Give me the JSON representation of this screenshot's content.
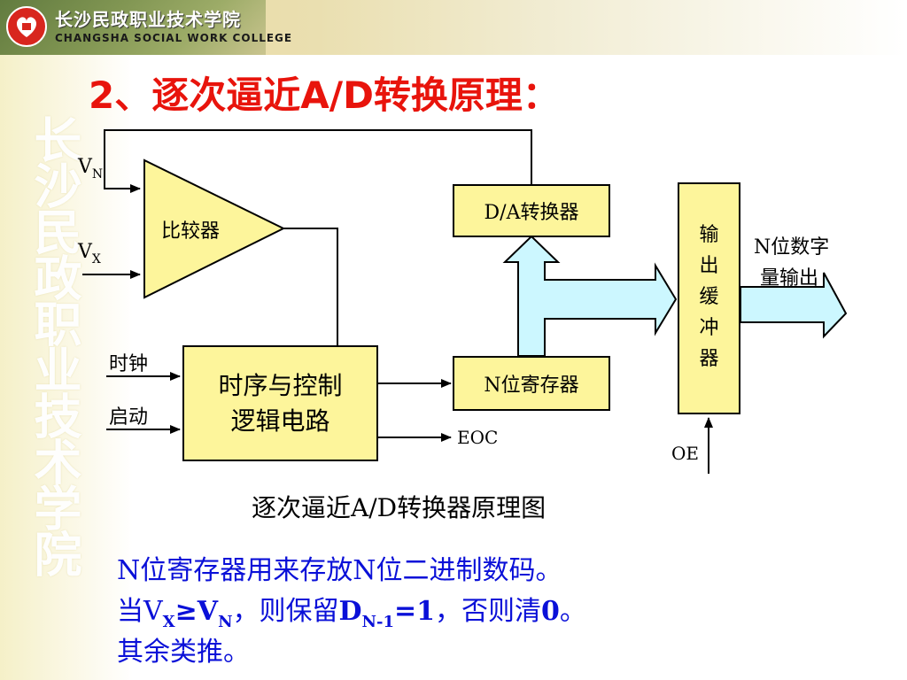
{
  "header": {
    "school_name_cn": "长沙民政职业技术学院",
    "school_name_en": "CHANGSHA SOCIAL WORK COLLEGE",
    "watermark": "长沙民政职业技术学院"
  },
  "title": "2、逐次逼近A/D转换原理：",
  "diagram": {
    "comparator": "比较器",
    "vn_main": "V",
    "vn_sub": "N",
    "vx_main": "V",
    "vx_sub": "X",
    "dac": "D/A转换器",
    "register": "N位寄存器",
    "control_line1": "时序与控制",
    "control_line2": "逻辑电路",
    "clock": "时钟",
    "start": "启动",
    "eoc": "EOC",
    "buffer_chars": [
      "输",
      "出",
      "缓",
      "冲",
      "器"
    ],
    "oe": "OE",
    "output_line1": "N位数字",
    "output_line2": "量输出"
  },
  "caption": "逐次逼近A/D转换器原理图",
  "notes": {
    "line1": "N位寄存器用来存放N位二进制数码。",
    "line2_a": "当V",
    "line2_x": "X",
    "line2_ge": "≥V",
    "line2_n": "N",
    "line2_b": "，则保留",
    "line2_d": "D",
    "line2_dsub": "N-1",
    "line2_c": "=1",
    "line2_d2": "，否则清",
    "line2_zero": "0",
    "line2_end": "。",
    "line3": "其余类推。"
  },
  "colors": {
    "title": "#e8140c",
    "box_fill": "#fdf59b",
    "arrow_fill": "#ccf7ff",
    "note_text": "#0a10d8"
  }
}
